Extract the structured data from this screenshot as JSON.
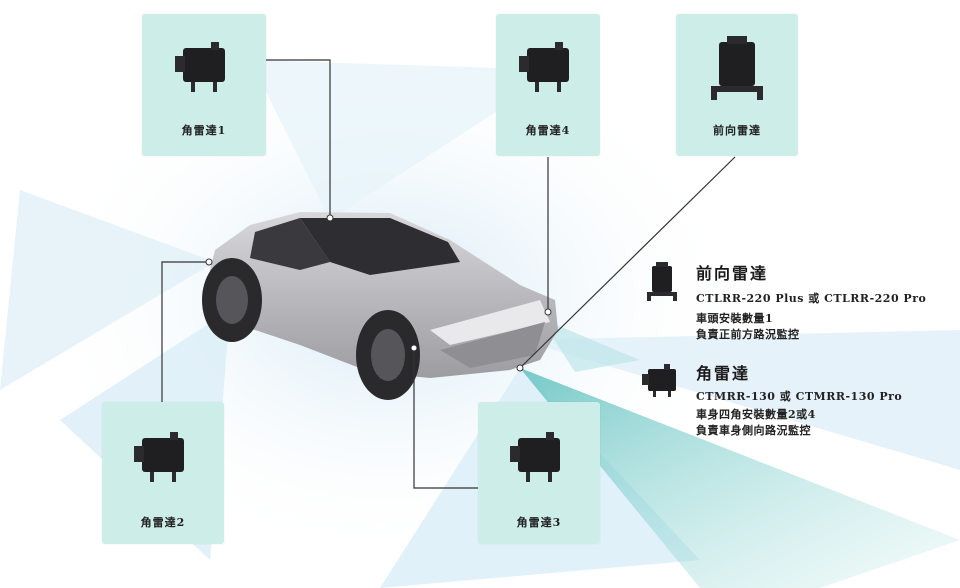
{
  "cards": {
    "corner1": {
      "label": "角雷達1"
    },
    "corner4": {
      "label": "角雷達4"
    },
    "front": {
      "label": "前向雷達"
    },
    "corner2": {
      "label": "角雷達2"
    },
    "corner3": {
      "label": "角雷達3"
    }
  },
  "legend": {
    "front": {
      "title": "前向雷達",
      "models": "CTLRR-220 Plus 或 CTLRR-220 Pro",
      "install": "車頭安裝數量1",
      "duty": "負責正前方路況監控"
    },
    "corner": {
      "title": "角雷達",
      "models": "CTMRR-130 或 CTMRR-130 Pro",
      "install": "車身四角安裝數量2或4",
      "duty": "負責車身側向路況監控"
    }
  },
  "colors": {
    "card_bg": "#cdeee8",
    "beam_light": "#d6ecf6",
    "beam_teal": "#6fc7c4",
    "car_body": "#c9c9cc",
    "car_dark": "#3a3a3d",
    "device": "#1f1f22"
  }
}
